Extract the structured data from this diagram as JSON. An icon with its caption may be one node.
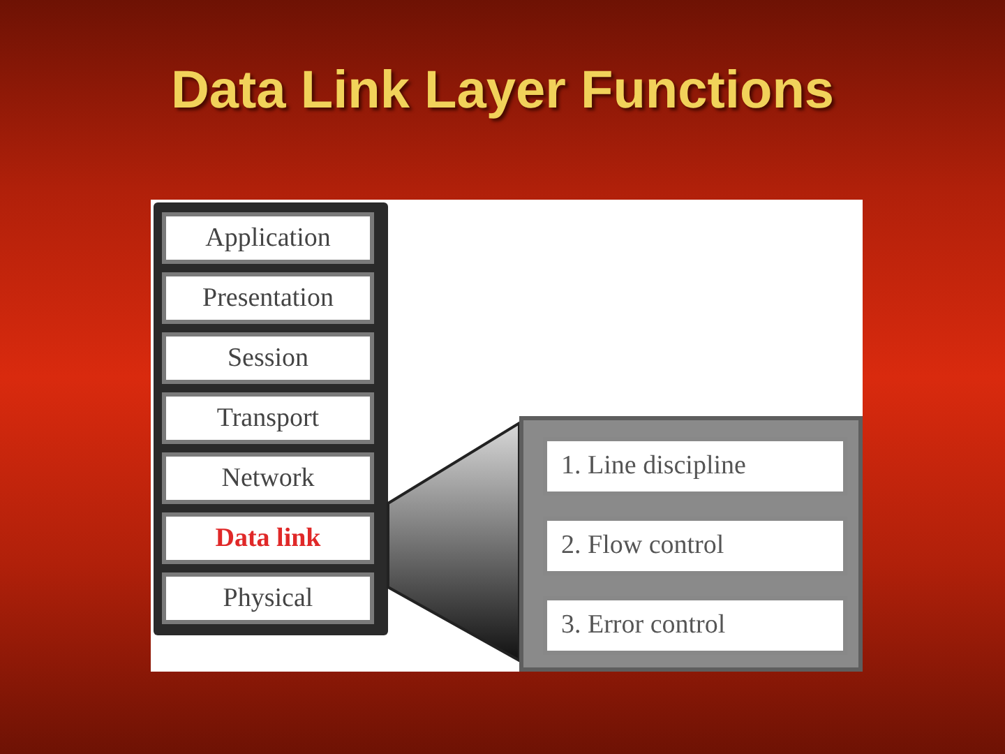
{
  "diagram": {
    "title": "Data Link Layer Functions",
    "nodes": [
      {
        "text": [
          "Application"
        ]
      },
      {
        "text": [
          "Presentation"
        ]
      },
      {
        "text": [
          "Session"
        ]
      },
      {
        "text": [
          "Transport"
        ]
      },
      {
        "text": [
          "Network"
        ]
      },
      {
        "text": [
          "Data link"
        ]
      },
      {
        "text": [
          "Physical"
        ]
      },
      {
        "text": [],
        "shape": "box"
      },
      {
        "text": [
          "1. Line discipline"
        ],
        "in": 7
      },
      {
        "text": [
          "2. Flow control"
        ],
        "in": 7
      },
      {
        "text": [
          "3. Error control"
        ],
        "in": 7
      }
    ],
    "edges": [
      {
        "from": 5,
        "to": 7,
        "arrow": "none"
      }
    ]
  }
}
